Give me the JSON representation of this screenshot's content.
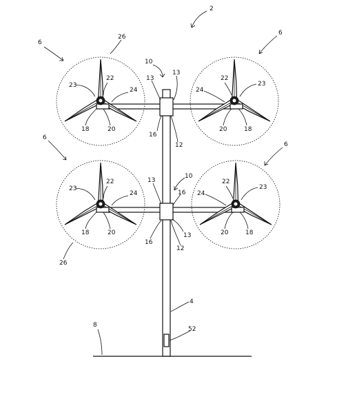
{
  "figure": {
    "assembly_ref": "2",
    "mast_ref": "4",
    "ground_ref": "8",
    "sensor_ref": "52",
    "colors": {
      "line": "#111111",
      "background": "#ffffff"
    }
  },
  "turbines": [
    {
      "ref": "6",
      "blade": "23",
      "nacelle": "22",
      "arm": "24",
      "hub": "18",
      "rotor": "20",
      "swept": "26"
    },
    {
      "ref": "6",
      "blade": "23",
      "nacelle": "22",
      "arm": "24",
      "hub": "18",
      "rotor": "20",
      "swept": ""
    },
    {
      "ref": "6",
      "blade": "23",
      "nacelle": "22",
      "arm": "24",
      "hub": "18",
      "rotor": "20",
      "swept": "26"
    },
    {
      "ref": "6",
      "blade": "23",
      "nacelle": "22",
      "arm": "24",
      "hub": "18",
      "rotor": "20",
      "swept": ""
    }
  ],
  "couplers": [
    {
      "ref": "10",
      "bracket": "13",
      "bracket_b": "13",
      "sleeve": "16",
      "post": "12"
    },
    {
      "ref": "10",
      "bracket": "13",
      "bracket_b": "13",
      "sleeve": "16",
      "post": "12"
    }
  ]
}
